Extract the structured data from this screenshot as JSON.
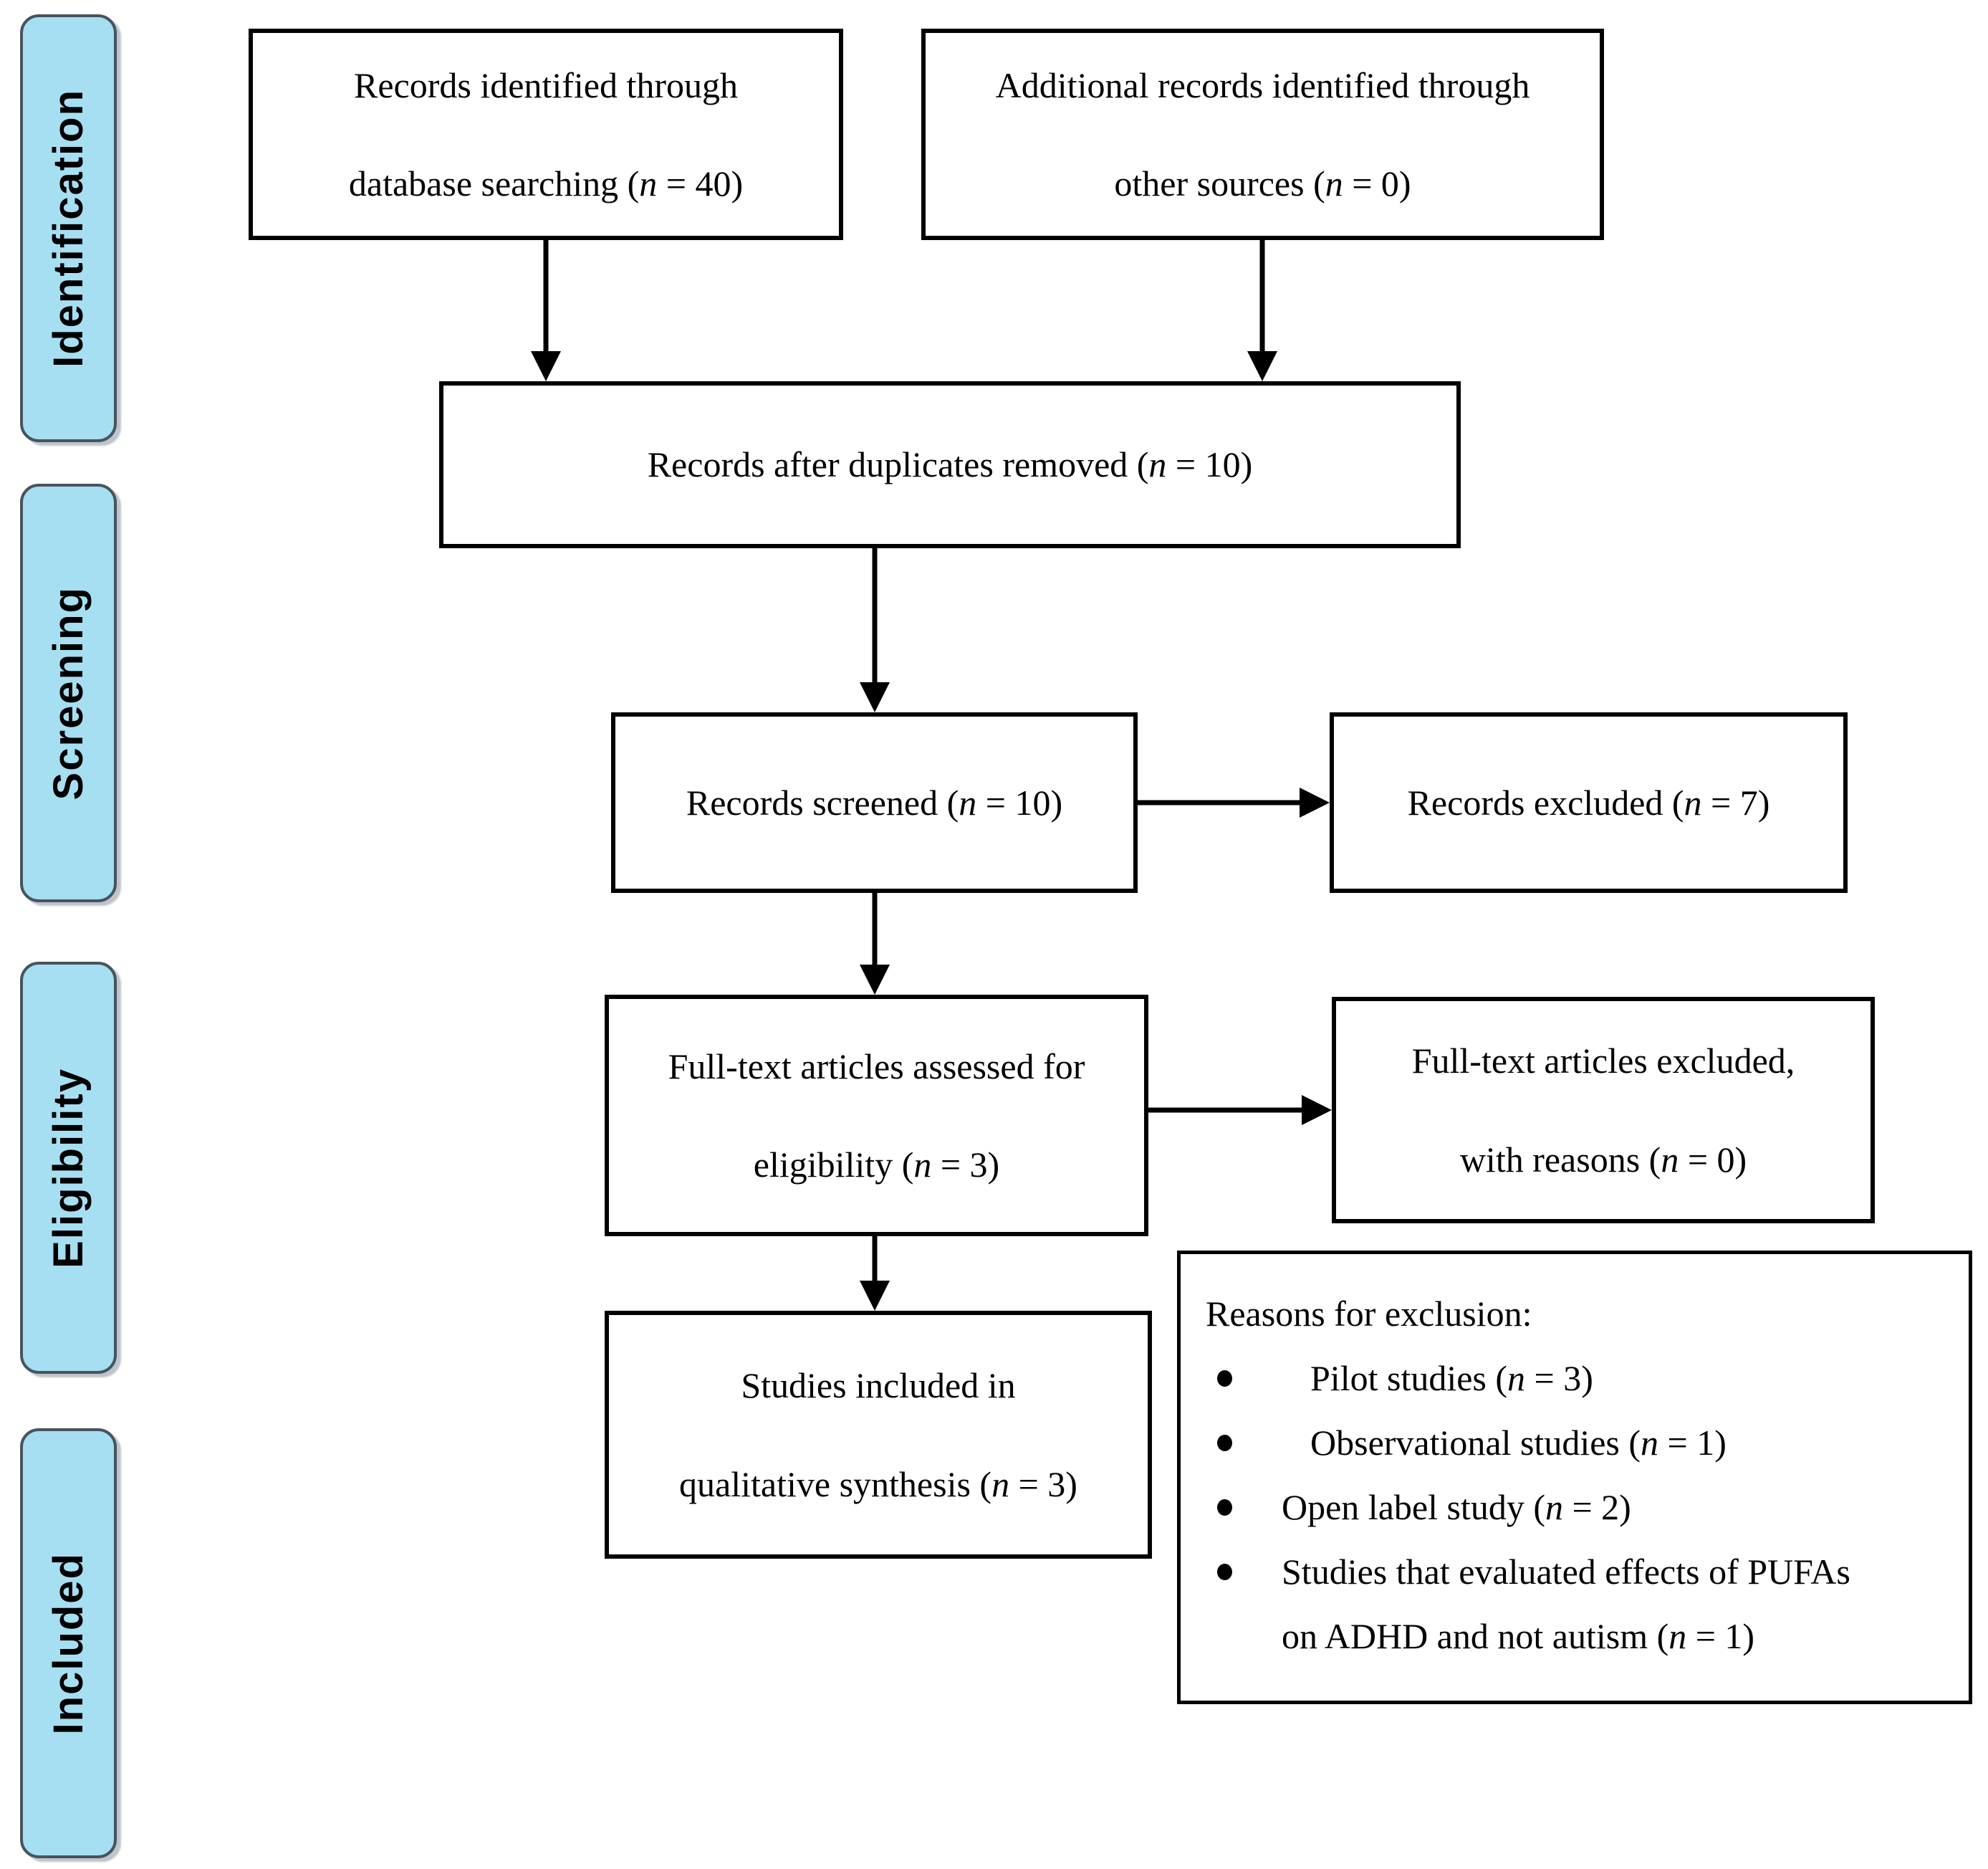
{
  "palette": {
    "sidebar_fill": "#a6dff1",
    "sidebar_border": "#47545e",
    "box_border": "#000000",
    "text_color": "#000000"
  },
  "sidebar": {
    "items": [
      {
        "label": "Identification"
      },
      {
        "label": "Screening"
      },
      {
        "label": "Eligibility"
      },
      {
        "label": "Included"
      }
    ]
  },
  "boxes": {
    "identified": {
      "lines": [
        "Records identified through",
        "database searching (n = 40)"
      ]
    },
    "additional": {
      "lines": [
        "Additional records identified through",
        "other sources (n = 0)"
      ]
    },
    "duplicates": {
      "lines": [
        "Records after duplicates removed (n = 10)"
      ]
    },
    "screened": {
      "lines": [
        "Records screened (n = 10)"
      ]
    },
    "excluded": {
      "lines": [
        "Records excluded (n = 7)"
      ]
    },
    "fulltext": {
      "lines": [
        "Full-text articles assessed for",
        "eligibility (n = 3)"
      ]
    },
    "fulltext_excluded": {
      "lines": [
        "Full-text articles excluded,",
        "with reasons (n = 0)"
      ]
    },
    "included_studies": {
      "lines": [
        "Studies included in",
        "qualitative synthesis (n = 3)"
      ]
    },
    "reasons": {
      "title": "Reasons for exclusion:",
      "items": [
        {
          "lines": [
            "Pilot studies (n = 3)"
          ]
        },
        {
          "lines": [
            "Observational studies (n = 1)"
          ]
        },
        {
          "lines": [
            "Open label study (n = 2)"
          ]
        },
        {
          "lines": [
            "Studies that evaluated effects of PUFAs",
            "on ADHD and not autism (n = 1)"
          ]
        }
      ]
    }
  }
}
